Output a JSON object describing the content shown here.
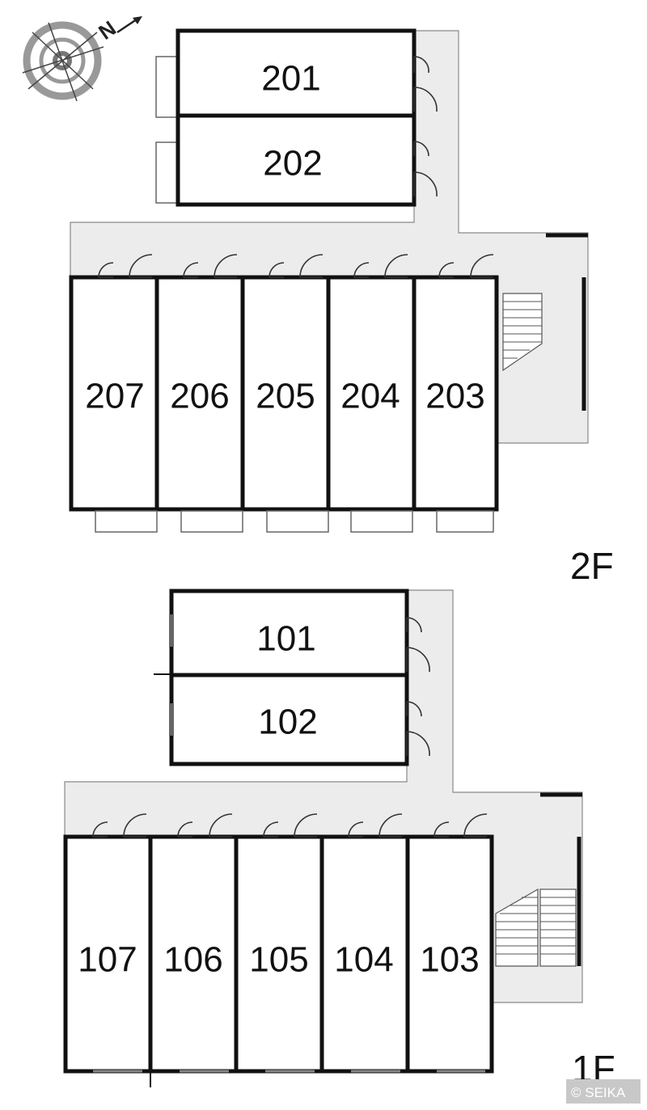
{
  "colors": {
    "corridor": "#ececec",
    "wall": "#111111",
    "compass": "#999999",
    "copyright_bg": "#c8c8c8"
  },
  "compass": {
    "icon": "north-compass-icon",
    "label": "N"
  },
  "floors": [
    {
      "label": "2F",
      "units_top": [
        "201",
        "202"
      ],
      "units_row": [
        "207",
        "206",
        "205",
        "204",
        "203"
      ]
    },
    {
      "label": "1F",
      "units_top": [
        "101",
        "102"
      ],
      "units_row": [
        "107",
        "106",
        "105",
        "104",
        "103"
      ]
    }
  ],
  "copyright": "© SEIKA"
}
